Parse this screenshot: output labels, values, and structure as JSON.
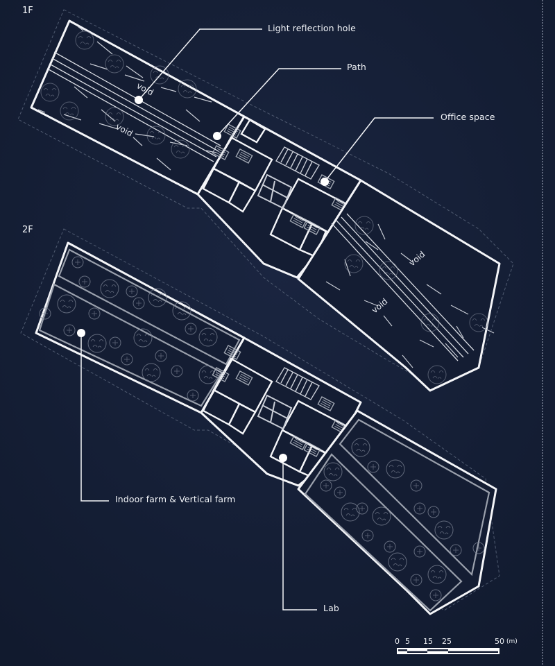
{
  "colors": {
    "background": "#141d33",
    "line_primary": "#f4f5f8",
    "line_secondary": "#9aa0ac",
    "line_faint": "#4a5468"
  },
  "floors": [
    {
      "id": "1F",
      "label": "1F",
      "void_labels": [
        "void",
        "void",
        "void",
        "void"
      ]
    },
    {
      "id": "2F",
      "label": "2F"
    }
  ],
  "callouts": {
    "light_reflection_hole": "Light reflection hole",
    "path": "Path",
    "office_space": "Office space",
    "indoor_farm": "Indoor farm & Vertical farm",
    "lab": "Lab"
  },
  "scale_bar": {
    "ticks": [
      "0",
      "5",
      "15",
      "25",
      "50"
    ],
    "unit": "(m)"
  }
}
